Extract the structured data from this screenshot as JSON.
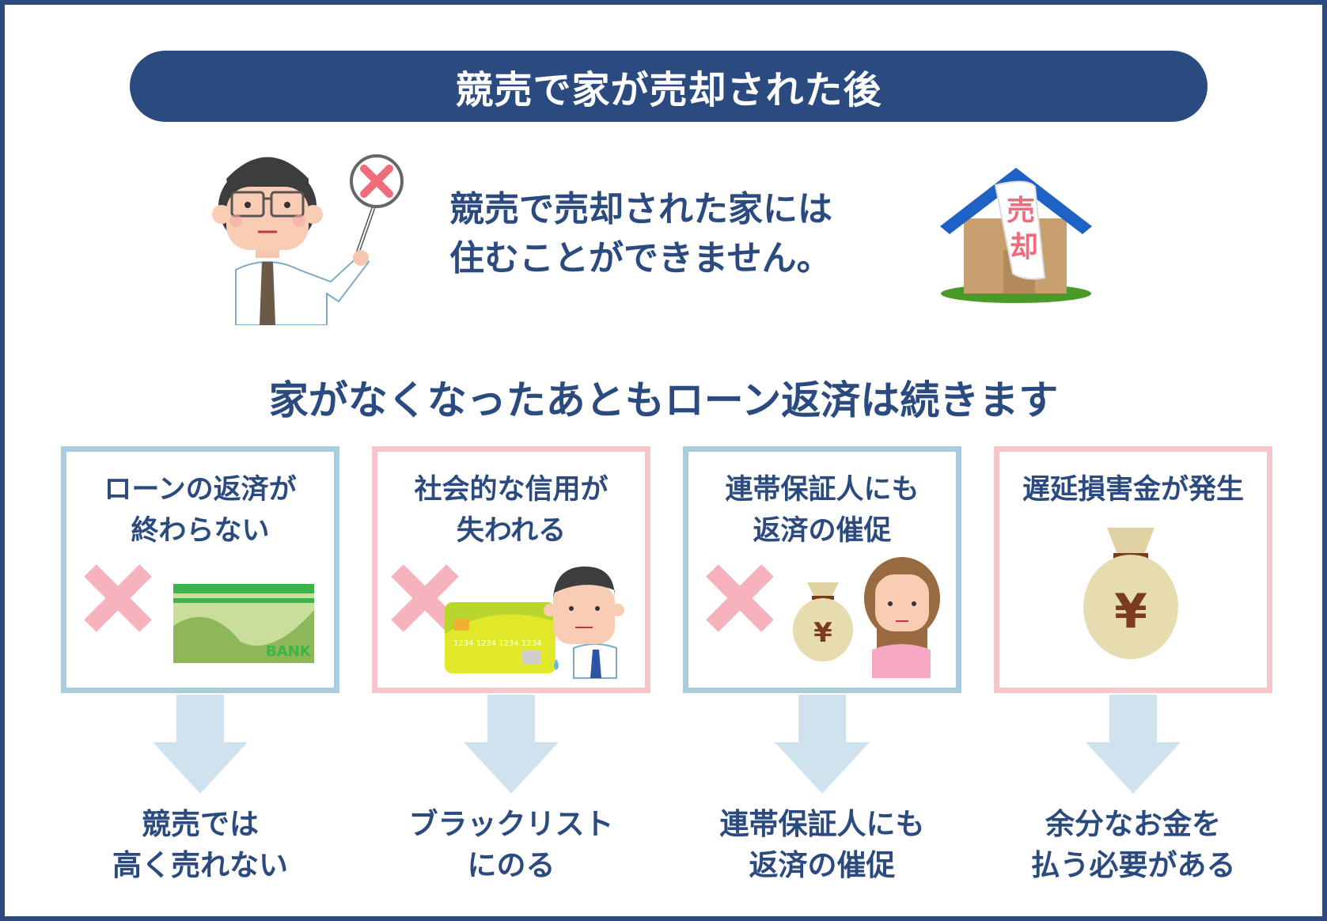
{
  "header": {
    "title": "競売で家が売却された後"
  },
  "intro": {
    "line1": "競売で売却された家には",
    "line2": "住むことができません。",
    "house_tag_line1": "売",
    "house_tag_line2": "却"
  },
  "subtitle": "家がなくなったあともローン返済は続きます",
  "cards": [
    {
      "title_line1": "ローンの返済が",
      "title_line2": "終わらない",
      "result_line1": "競売では",
      "result_line2": "高く売れない",
      "art_text": "BANK",
      "border": "blue"
    },
    {
      "title_line1": "社会的な信用が",
      "title_line2": "失われる",
      "result_line1": "ブラックリスト",
      "result_line2": "にのる",
      "art_text": "1234 1234 1234 1234",
      "border": "pink"
    },
    {
      "title_line1": "連帯保証人にも",
      "title_line2": "返済の催促",
      "result_line1": "連帯保証人にも",
      "result_line2": "返済の催促",
      "art_text": "¥",
      "border": "blue"
    },
    {
      "title_line1": "遅延損害金が発生",
      "title_line2": "",
      "result_line1": "余分なお金を",
      "result_line2": "払う必要がある",
      "art_text": "¥",
      "border": "pink"
    }
  ],
  "colors": {
    "navy": "#2b4a80",
    "card_blue": "#a9cddd",
    "card_pink": "#f7c5cc",
    "arrow": "#cfe2ee",
    "cross": "#f6b3bd"
  },
  "icons": [
    "man-no-sign-icon",
    "sold-house-icon",
    "bank-passbook-icon",
    "credit-card-icon",
    "worried-man-icon",
    "money-bag-icon",
    "woman-icon"
  ]
}
